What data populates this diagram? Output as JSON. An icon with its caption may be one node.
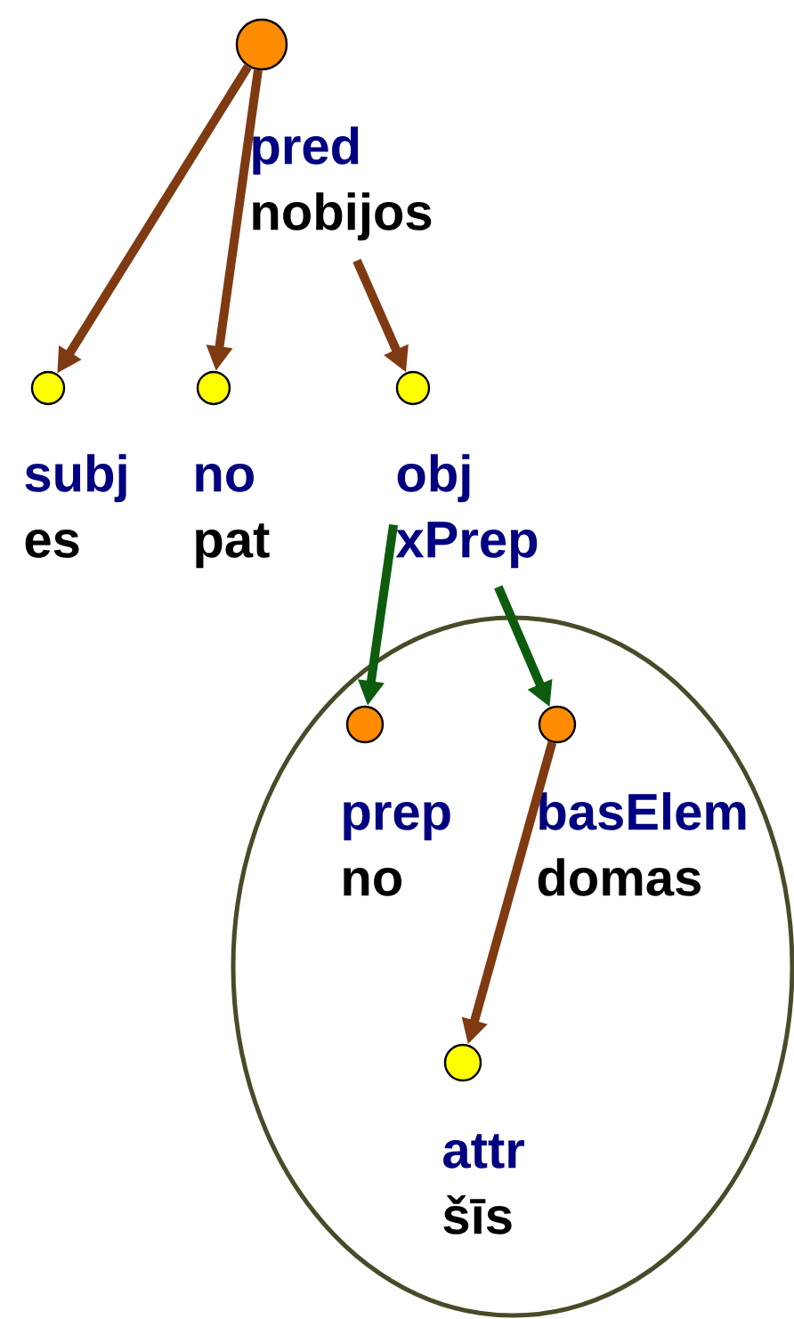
{
  "diagram": {
    "nodes": [
      {
        "text": [
          "pred",
          "nobijos"
        ]
      },
      {
        "text": [
          "subj",
          "es"
        ]
      },
      {
        "text": [
          "no",
          "pat"
        ]
      },
      {
        "text": [
          "obj",
          "xPrep"
        ]
      },
      {
        "text": [],
        "shape": "ellipse"
      },
      {
        "text": [
          "prep",
          "no"
        ],
        "in": 4
      },
      {
        "text": [
          "basElem",
          "domas"
        ],
        "in": 4
      },
      {
        "text": [
          "attr",
          "šīs"
        ],
        "in": 4
      }
    ],
    "edges": [
      {
        "from": 0,
        "to": 1,
        "arrow": "to"
      },
      {
        "from": 0,
        "to": 2,
        "arrow": "to"
      },
      {
        "from": 0,
        "to": 3,
        "arrow": "to"
      },
      {
        "from": 3,
        "to": 5,
        "arrow": "to",
        "color": "#0d5c0d"
      },
      {
        "from": 3,
        "to": 6,
        "arrow": "to",
        "color": "#0d5c0d"
      },
      {
        "from": 6,
        "to": 7,
        "arrow": "to"
      }
    ]
  }
}
